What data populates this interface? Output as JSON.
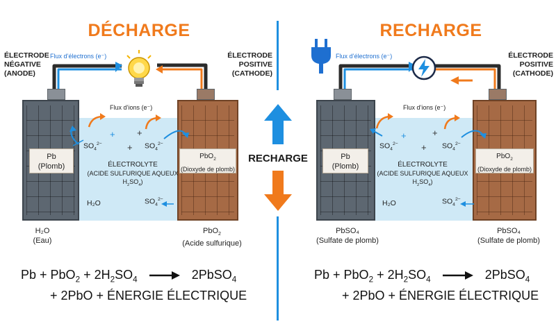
{
  "left": {
    "title": "DÉCHARGE",
    "neg_label": [
      "ÉLECTRODE",
      "NÉGATIVE",
      "(ANODE)"
    ],
    "pos_label": [
      "ÉLECTRODE",
      "POSITIVE",
      "(CATHODE)"
    ],
    "electron_flux": "Flux d’électrons (e⁻)",
    "ion_flux": "Flux d’ions (e⁻)",
    "neg_plate": [
      "Pb",
      "(Plomb)"
    ],
    "pos_plate_formula": "PbO",
    "pos_plate_sub": "2",
    "pos_plate_name": "(Dioxyde de plomb)",
    "electrolyte": [
      "ÉLECTROLYTE",
      "(ACIDE SULFURIQUE AQUEUX"
    ],
    "electrolyte_formula": {
      "a": "H",
      "b": "2",
      "c": "SO",
      "d": "4",
      "e": ")"
    },
    "h2o": "H₂O",
    "bottom_neg": [
      "H₂O",
      "(Eau)"
    ],
    "bottom_pos_formula": "PbO",
    "bottom_pos_sub": "2",
    "bottom_pos_name": "(Acide sulfurique)",
    "equation_line1": {
      "a": "Pb + PbO",
      "b": "2",
      "c": " + 2H",
      "d": "2",
      "e": "SO",
      "f": "4",
      "g": "2PbSO",
      "h": "4"
    },
    "equation_line2": "+ 2PbO + ÉNERGIE ÉLECTRIQUE"
  },
  "center": {
    "label": "RECHARGE"
  },
  "right": {
    "title": "RECHARGE",
    "pos_label": [
      "ÉLECTRODE",
      "POSITIVE",
      "(CATHODE)"
    ],
    "electron_flux": "Flux d’électrons (e⁻)",
    "ion_flux": "Flux d’ions (e⁻)",
    "neg_plate": [
      "Pb",
      "(Plomb)"
    ],
    "pos_plate_formula": "PbO",
    "pos_plate_sub": "2",
    "pos_plate_name": "(Dioxyde de plomb)",
    "electrolyte": [
      "ÉLECTROLYTE",
      "(ACIDE SULFURIQUE AQUEUX"
    ],
    "electrolyte_formula": {
      "a": "H",
      "b": "2",
      "c": "SO",
      "d": "4",
      "e": ")"
    },
    "h2o": "H₂O",
    "bottom_neg": [
      "PbSO₄",
      "(Sulfate de plomb)"
    ],
    "bottom_pos": [
      "PbSO₄",
      "(Sulfate de plomb)"
    ],
    "equation_line1": {
      "a": "Pb + PbO",
      "b": "2",
      "c": " + 2H",
      "d": "2",
      "e": "SO",
      "f": "4",
      "g": "2PbSO",
      "h": "4"
    },
    "equation_line2": "+ 2PbO + ÉNERGIE ÉLECTRIQUE"
  },
  "ion": {
    "base": "SO",
    "sub": "4",
    "sup": "2−",
    "plus": "+"
  },
  "colors": {
    "orange": "#f07a1c",
    "blue": "#1e8fe0",
    "wire_dark": "#2b2b2b",
    "electrolyte": "#cfe9f6",
    "lead": "#5d6771",
    "lead_dioxide": "#a66a45"
  },
  "icons": [
    "light-bulb-icon",
    "plug-icon",
    "lightning-charger-icon",
    "up-arrow-icon",
    "down-arrow-icon"
  ]
}
